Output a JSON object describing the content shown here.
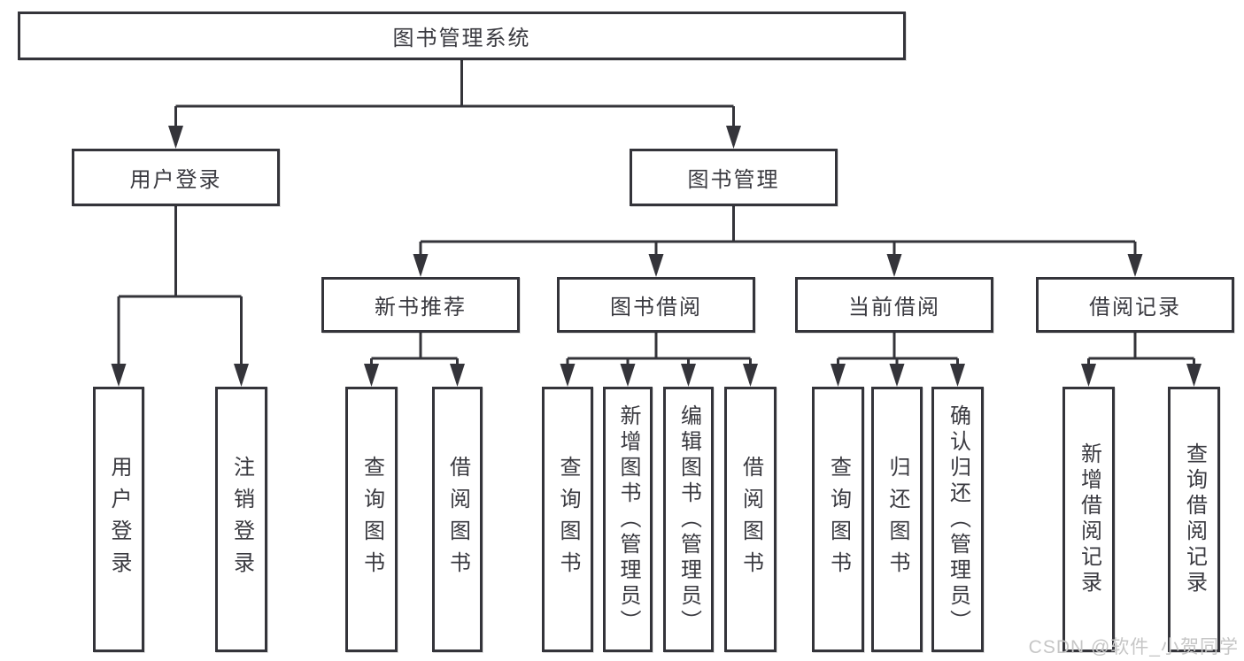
{
  "diagram_type": "hierarchy-tree",
  "tree": {
    "label": "图书管理系统",
    "children": [
      {
        "label": "用户登录",
        "children": [
          {
            "label": "用户登录"
          },
          {
            "label": "注销登录"
          }
        ]
      },
      {
        "label": "图书管理",
        "children": [
          {
            "label": "新书推荐",
            "children": [
              {
                "label": "查询图书"
              },
              {
                "label": "借阅图书"
              }
            ]
          },
          {
            "label": "图书借阅",
            "children": [
              {
                "label": "查询图书"
              },
              {
                "label": "新增图书（管理员）"
              },
              {
                "label": "编辑图书（管理员）"
              },
              {
                "label": "借阅图书"
              }
            ]
          },
          {
            "label": "当前借阅",
            "children": [
              {
                "label": "查询图书"
              },
              {
                "label": "归还图书"
              },
              {
                "label": "确认归还（管理员）"
              }
            ]
          },
          {
            "label": "借阅记录",
            "children": [
              {
                "label": "新增借阅记录"
              },
              {
                "label": "查询借阅记录"
              }
            ]
          }
        ]
      }
    ]
  },
  "watermark": "CSDN @软件_小贺同学",
  "colors": {
    "line": "#34343a",
    "text": "#3a3a40",
    "watermark": "#c6c6c6",
    "background": "#ffffff"
  }
}
